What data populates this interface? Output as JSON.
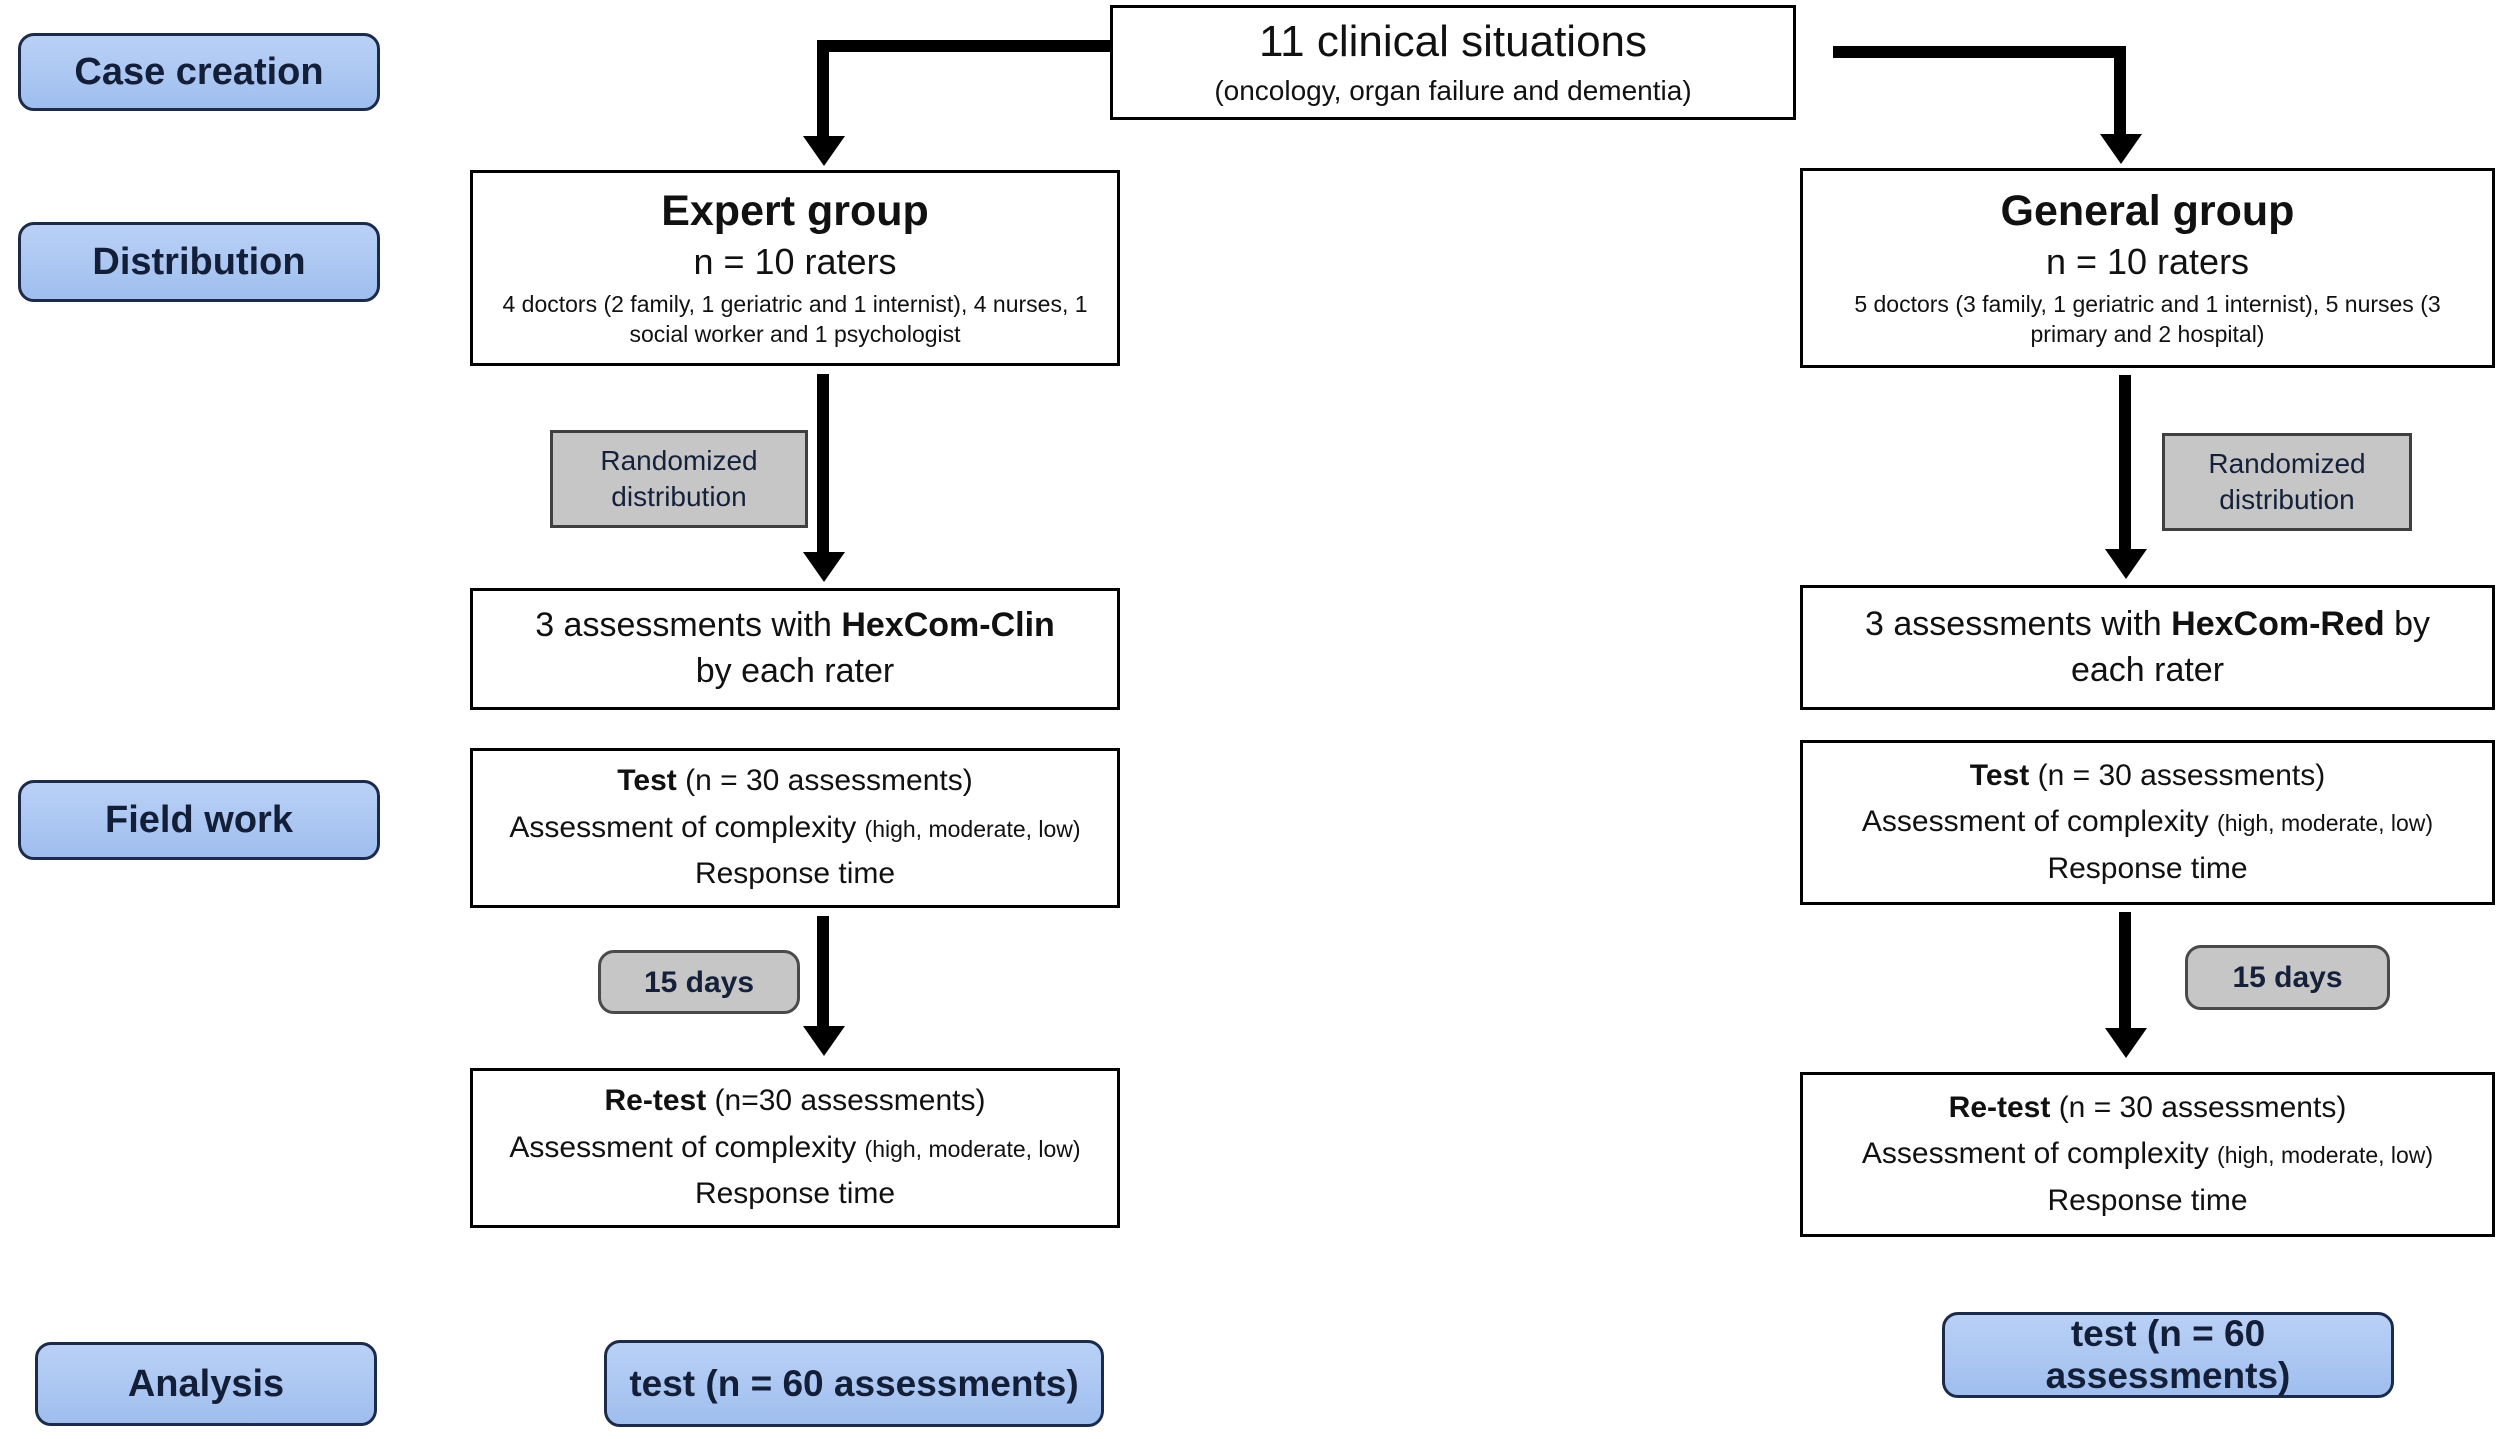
{
  "palette": {
    "stage_fill_top": "#bad1f6",
    "stage_fill_bottom": "#9fbeee",
    "stage_border": "#1c2b4a",
    "gray_fill": "#c6c6c6",
    "gray_border": "#404040",
    "box_border": "#000000",
    "arrow_color": "#000000"
  },
  "stages": {
    "case_creation": "Case creation",
    "distribution": "Distribution",
    "field_work": "Field work",
    "analysis": "Analysis"
  },
  "source": {
    "title": "11 clinical situations",
    "subtitle": "(oncology, organ failure and dementia)"
  },
  "left": {
    "group": {
      "title": "Expert group",
      "n": "n = 10 raters",
      "detail": "4 doctors (2 family, 1 geriatric and 1 internist), 4 nurses, 1 social worker and 1 psychologist"
    },
    "randomized": "Randomized distribution",
    "assessments": {
      "pre": "3 assessments with ",
      "tool": "HexCom-Clin",
      "post": " by each rater"
    },
    "test": {
      "bold": "Test",
      "rest": " (n = 30 assessments)",
      "line2": "Assessment of complexity ",
      "line2_small": "(high, moderate, low)",
      "line3": "Response time"
    },
    "interval": "15 days",
    "retest": {
      "bold": "Re-test",
      "rest": " (n=30 assessments)",
      "line2": "Assessment of complexity ",
      "line2_small": "(high, moderate, low)",
      "line3": "Response time"
    },
    "result": "test (n = 60 assessments)"
  },
  "right": {
    "group": {
      "title": "General group",
      "n": "n = 10 raters",
      "detail": "5 doctors (3 family, 1 geriatric and 1 internist), 5 nurses (3 primary and 2 hospital)"
    },
    "randomized": "Randomized distribution",
    "assessments": {
      "pre": "3 assessments with ",
      "tool": "HexCom-Red",
      "post": " by each rater"
    },
    "test": {
      "bold": "Test",
      "rest": " (n = 30 assessments)",
      "line2": "Assessment of complexity ",
      "line2_small": "(high, moderate, low)",
      "line3": "Response time"
    },
    "interval": "15 days",
    "retest": {
      "bold": "Re-test",
      "rest": " (n = 30 assessments)",
      "line2": "Assessment of complexity ",
      "line2_small": "(high, moderate, low)",
      "line3": "Response time"
    },
    "result": "test (n = 60 assessments)"
  }
}
